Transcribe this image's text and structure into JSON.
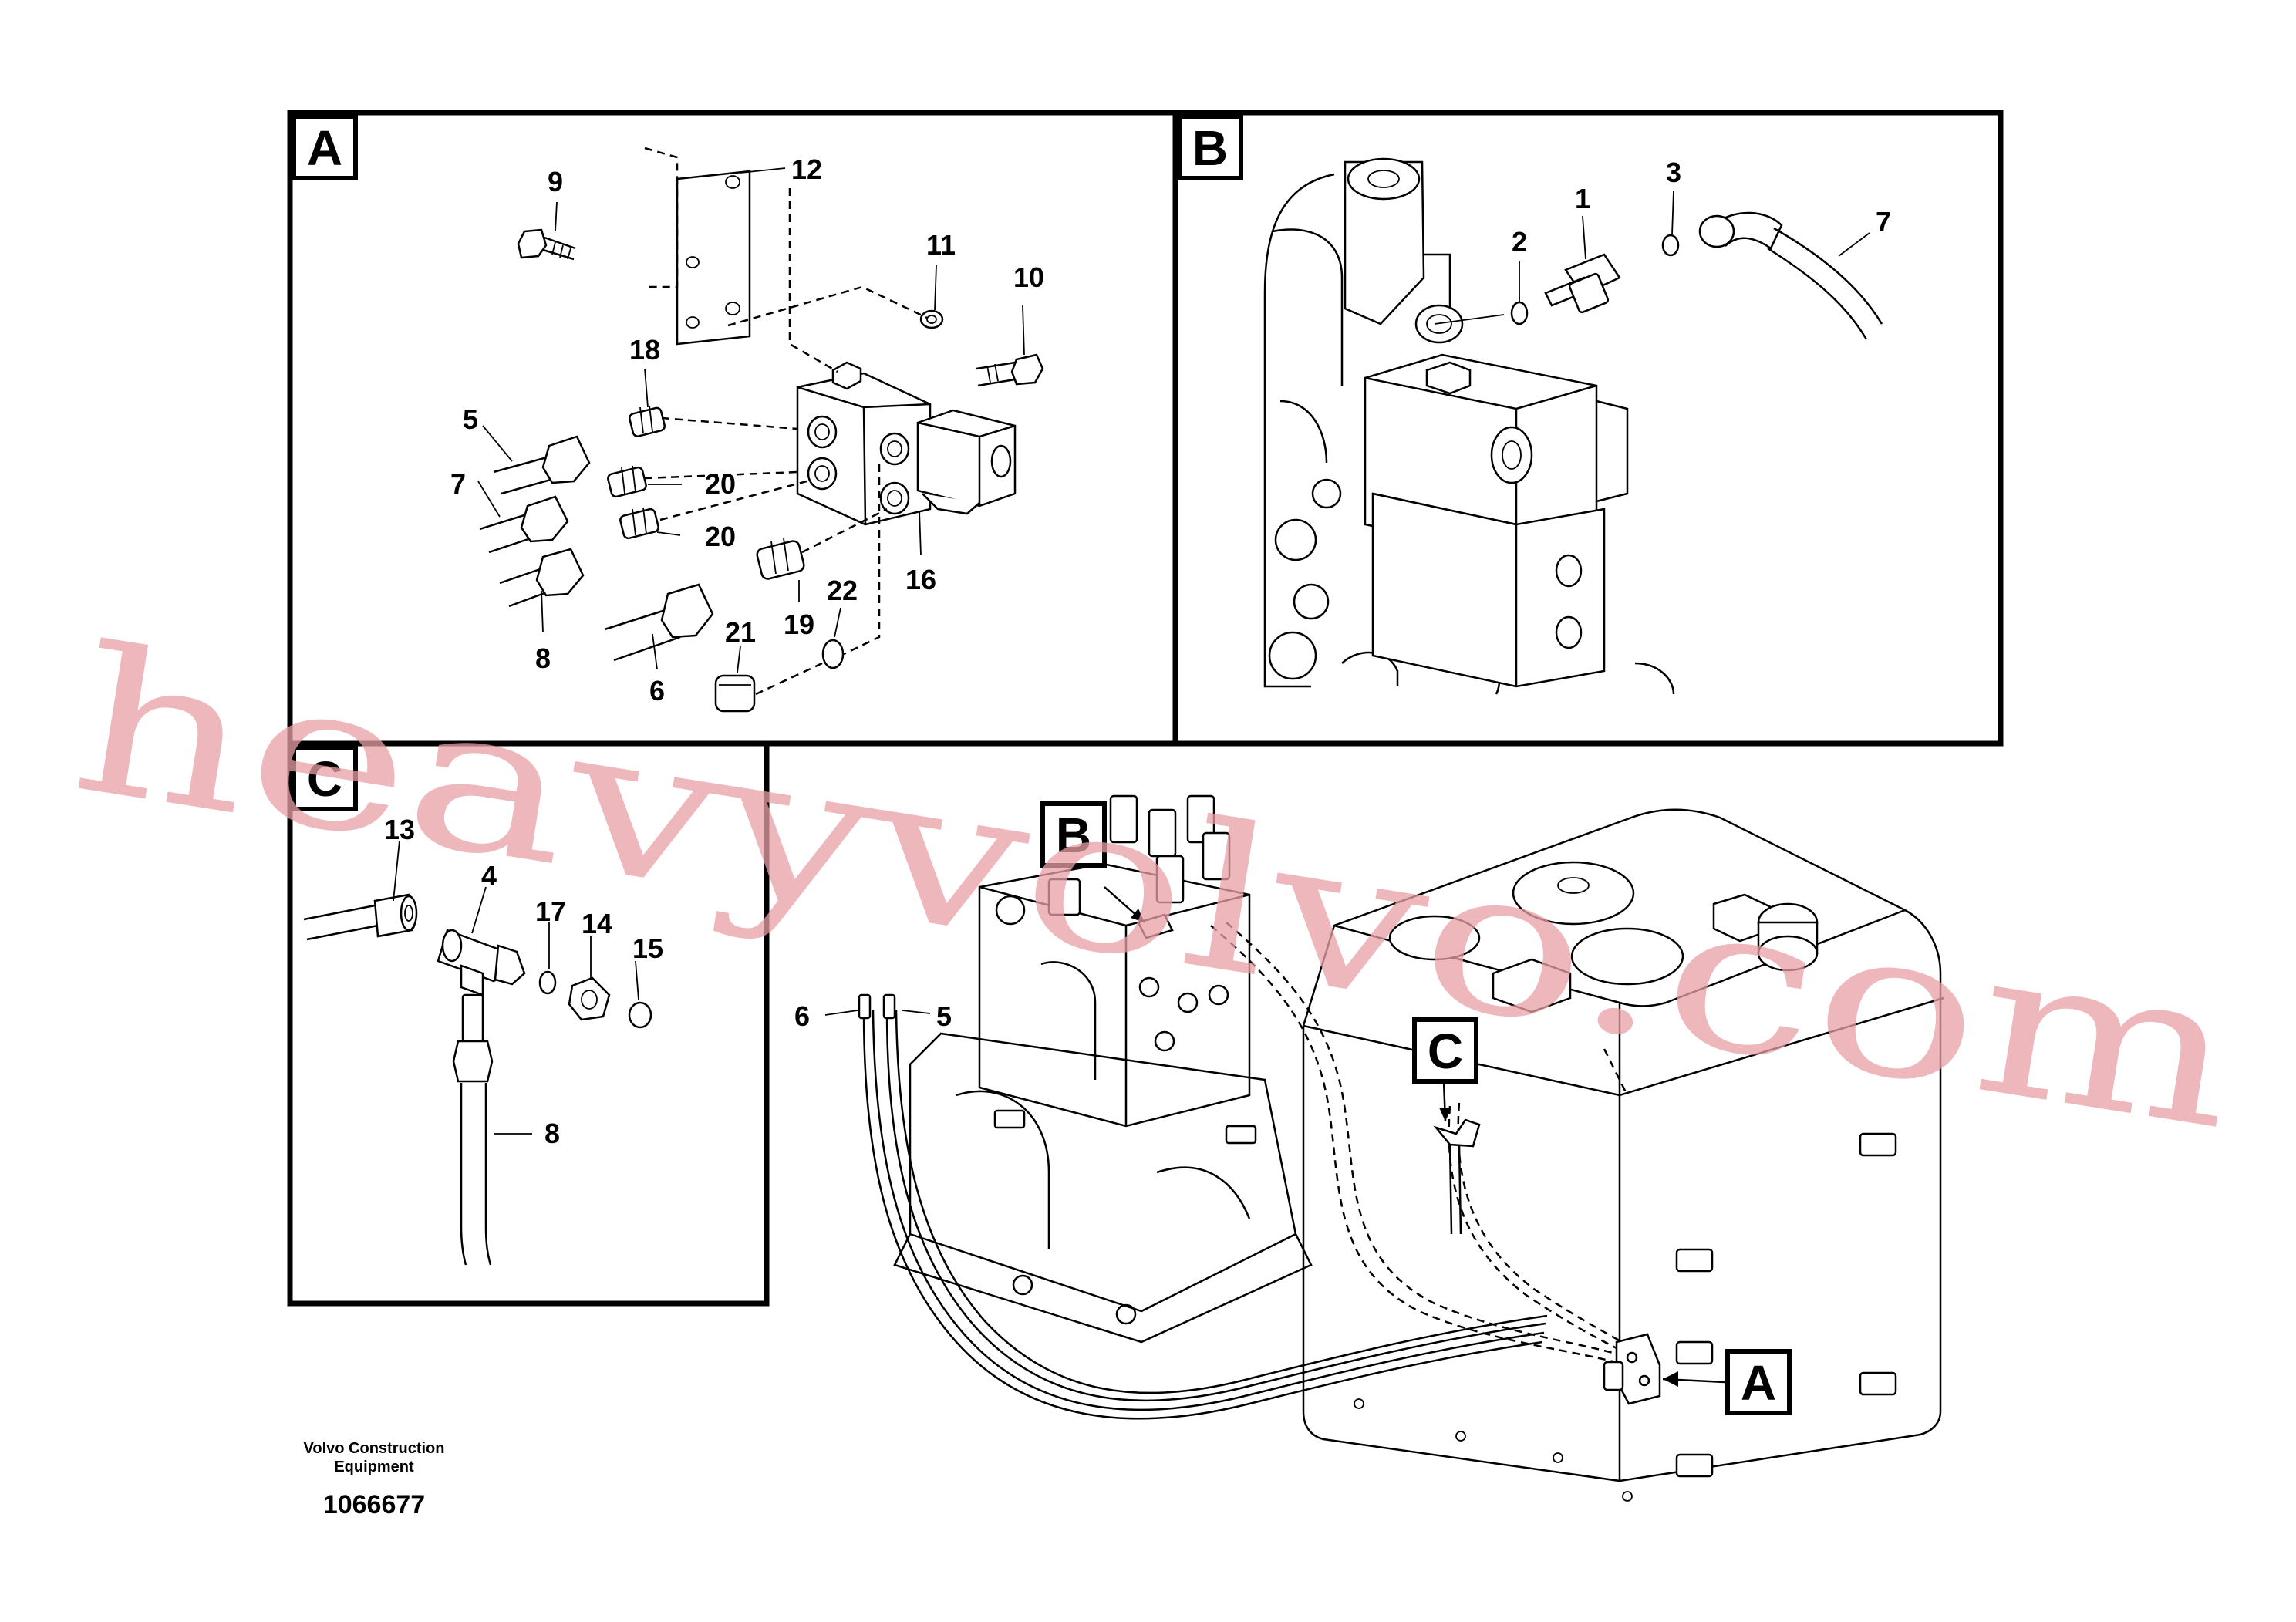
{
  "diagram": {
    "panels": {
      "a": {
        "tag": "A"
      },
      "b": {
        "tag": "B"
      },
      "c": {
        "tag": "C"
      }
    },
    "callouts": {
      "a": [
        "9",
        "12",
        "11",
        "10",
        "18",
        "5",
        "7",
        "20",
        "20",
        "8",
        "6",
        "19",
        "21",
        "22",
        "16"
      ],
      "b": [
        "2",
        "1",
        "3",
        "7"
      ],
      "c": [
        "13",
        "4",
        "17",
        "14",
        "15",
        "8"
      ],
      "main": [
        "6",
        "5"
      ]
    },
    "main_tags": [
      "B",
      "C",
      "A"
    ],
    "publisher_line1": "Volvo Construction",
    "publisher_line2": "Equipment",
    "document_number": "1066677",
    "watermark": "heavyvolvo.com"
  },
  "colors": {
    "line": "#000000",
    "watermark": "#e8a0a6",
    "background": "#ffffff"
  }
}
